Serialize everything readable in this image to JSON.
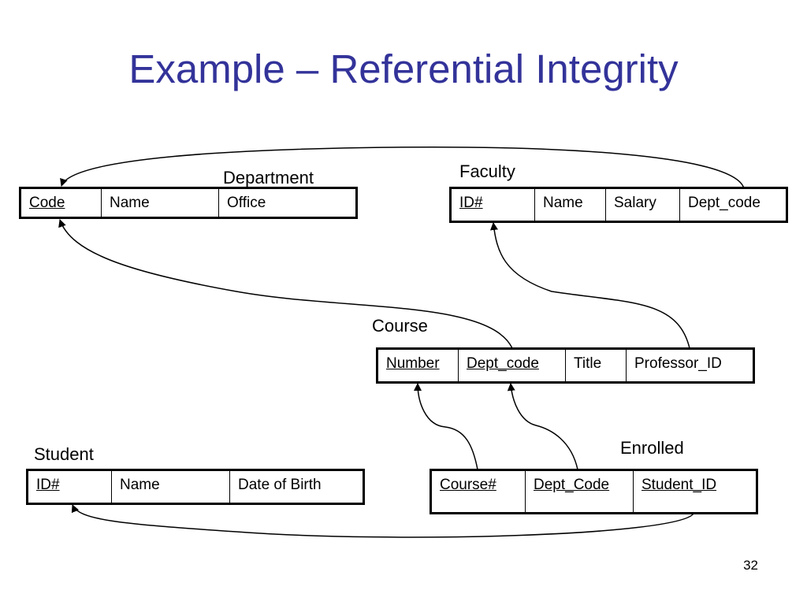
{
  "slide": {
    "title": "Example – Referential Integrity",
    "page_number": "32"
  },
  "relations": {
    "department": {
      "name": "Department",
      "columns": [
        {
          "label": "Code",
          "key": true
        },
        {
          "label": "Name",
          "key": false
        },
        {
          "label": "Office",
          "key": false
        }
      ]
    },
    "faculty": {
      "name": "Faculty",
      "columns": [
        {
          "label": "ID#",
          "key": true
        },
        {
          "label": "Name",
          "key": false
        },
        {
          "label": "Salary",
          "key": false
        },
        {
          "label": "Dept_code",
          "key": false
        }
      ]
    },
    "course": {
      "name": "Course",
      "columns": [
        {
          "label": "Number",
          "key": true
        },
        {
          "label": "Dept_code",
          "key": true
        },
        {
          "label": "Title",
          "key": false
        },
        {
          "label": "Professor_ID",
          "key": false
        }
      ]
    },
    "student": {
      "name": "Student",
      "columns": [
        {
          "label": "ID#",
          "key": true
        },
        {
          "label": "Name",
          "key": false
        },
        {
          "label": "Date of Birth",
          "key": false
        }
      ]
    },
    "enrolled": {
      "name": "Enrolled",
      "columns": [
        {
          "label": "Course#",
          "key": true
        },
        {
          "label": "Dept_Code",
          "key": true
        },
        {
          "label": "Student_ID",
          "key": true
        }
      ]
    }
  },
  "references": [
    {
      "from": "faculty.Dept_code",
      "to": "department.Code"
    },
    {
      "from": "course.Dept_code",
      "to": "department.Code"
    },
    {
      "from": "course.Professor_ID",
      "to": "faculty.ID#"
    },
    {
      "from": "enrolled.Course#",
      "to": "course.Number"
    },
    {
      "from": "enrolled.Dept_Code",
      "to": "course.Dept_code"
    },
    {
      "from": "enrolled.Student_ID",
      "to": "student.ID#"
    }
  ]
}
